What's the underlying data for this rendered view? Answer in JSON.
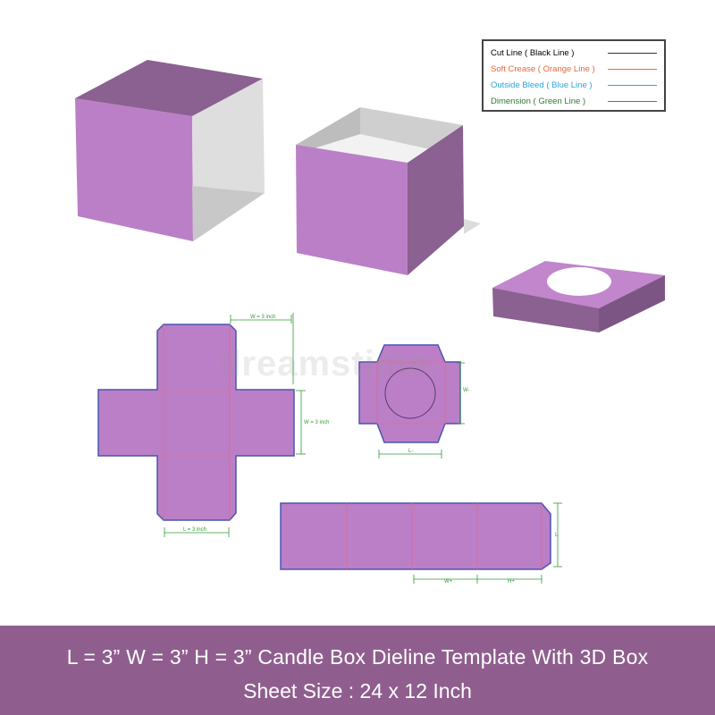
{
  "legend": {
    "items": [
      {
        "label": "Cut Line ( Black Line )",
        "color": "#333333"
      },
      {
        "label": "Soft Crease ( Orange Line )",
        "color": "#e8663a"
      },
      {
        "label": "Outside Bleed ( Blue Line )",
        "color": "#2aa6d8"
      },
      {
        "label": "Dimension ( Green Line )",
        "color": "#2f9a3a"
      }
    ]
  },
  "dimensions": {
    "cross_top_w": "W = 3 inch",
    "cross_right_w": "W = 3 inch",
    "cross_bottom_l": "L = 3 inch",
    "insert_w": "W-",
    "insert_l": "L-",
    "strip_l": "L",
    "strip_w": "W+",
    "strip_h": "H+"
  },
  "watermark": "dreamstime",
  "footer": {
    "line1": "L = 3” W = 3” H = 3” Candle Box Dieline Template With 3D Box",
    "line2": "Sheet Size : 24 x 12 Inch"
  },
  "colors": {
    "purple": "#bb7fc7",
    "purple_dark": "#8a6190",
    "grey_inside": "#d9d9d9",
    "footer_bg": "#8f5e8e"
  }
}
